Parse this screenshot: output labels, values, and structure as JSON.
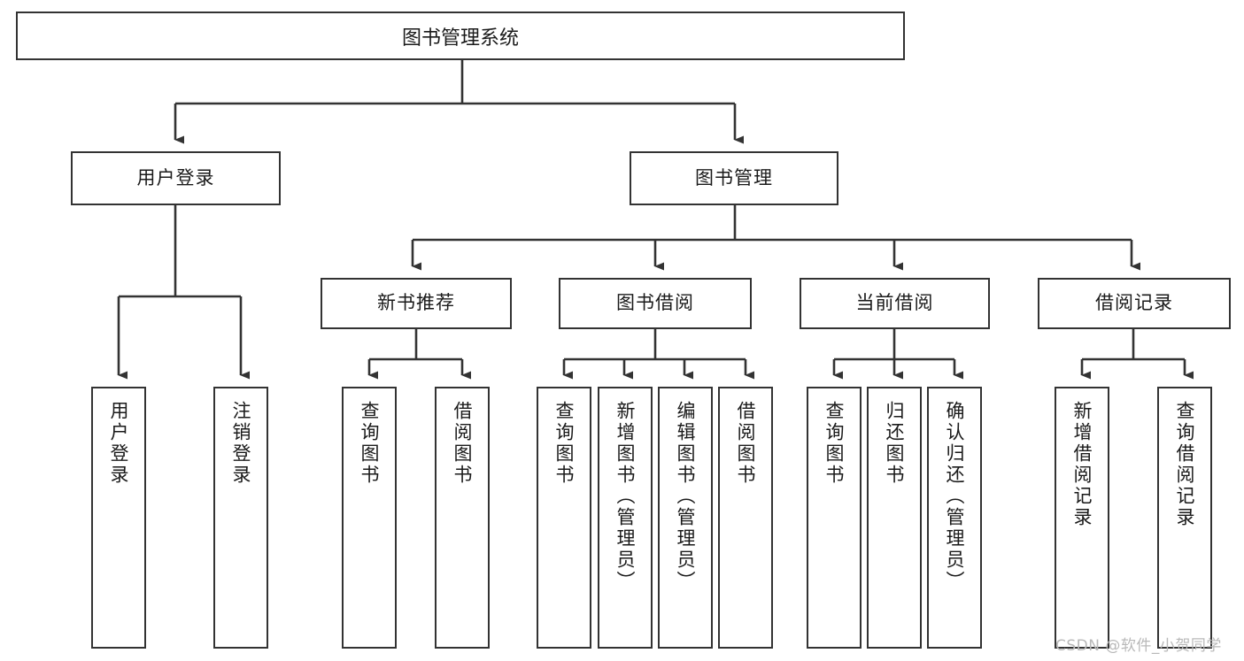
{
  "diagram": {
    "title": "图书管理系统",
    "type": "functional-decomposition-tree",
    "root": {
      "label": "图书管理系统"
    },
    "level2": [
      {
        "label": "用户登录"
      },
      {
        "label": "图书管理"
      }
    ],
    "level3": [
      {
        "label": "新书推荐"
      },
      {
        "label": "图书借阅"
      },
      {
        "label": "当前借阅"
      },
      {
        "label": "借阅记录"
      }
    ],
    "leaves": {
      "user_login": [
        {
          "label": "用户登录"
        },
        {
          "label": "注销登录"
        }
      ],
      "new_book_recommend": [
        {
          "label": "查询图书"
        },
        {
          "label": "借阅图书"
        }
      ],
      "book_borrow": [
        {
          "label": "查询图书"
        },
        {
          "label": "新增图书（管理员）"
        },
        {
          "label": "编辑图书（管理员）"
        },
        {
          "label": "借阅图书"
        }
      ],
      "current_borrow": [
        {
          "label": "查询图书"
        },
        {
          "label": "归还图书"
        },
        {
          "label": "确认归还（管理员）"
        }
      ],
      "borrow_record": [
        {
          "label": "新增借阅记录"
        },
        {
          "label": "查询借阅记录"
        }
      ]
    }
  },
  "watermark": {
    "text": "CSDN @软件_小贺同学"
  },
  "colors": {
    "stroke": "#333333",
    "text": "#1a1a1a",
    "background": "#ffffff",
    "watermark": "#b9b9b9"
  }
}
